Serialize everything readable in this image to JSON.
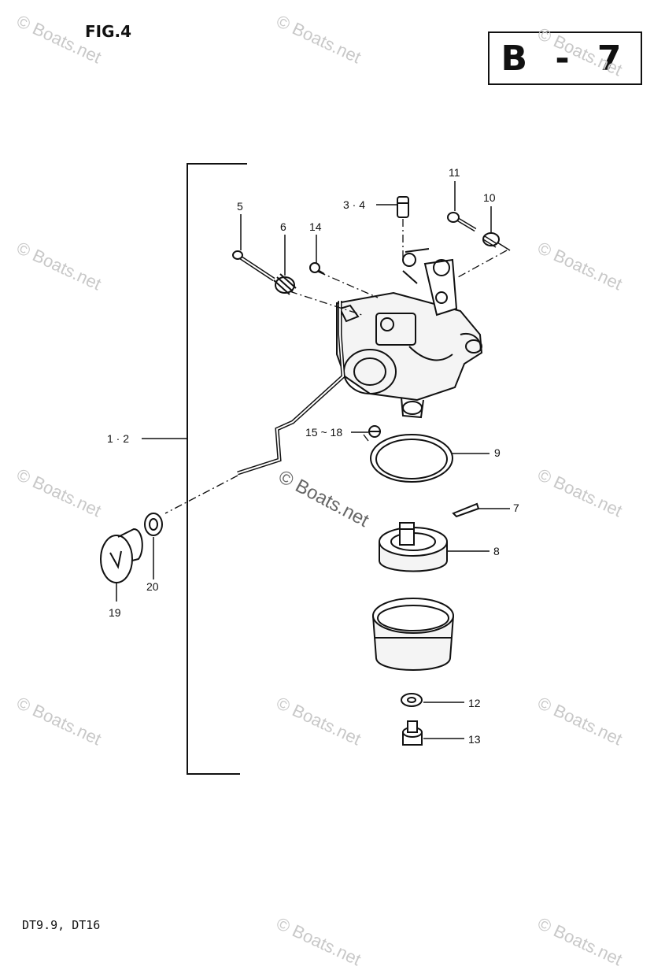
{
  "header": {
    "figure_label": "FIG.4",
    "page_code": "B - 7"
  },
  "footer": {
    "model_text": "DT9.9, DT16"
  },
  "watermark": {
    "text": "© Boats.net"
  },
  "callouts": [
    {
      "id": "c1-2",
      "label": "1 · 2"
    },
    {
      "id": "c3-4",
      "label": "3 · 4"
    },
    {
      "id": "c5",
      "label": "5"
    },
    {
      "id": "c6",
      "label": "6"
    },
    {
      "id": "c7",
      "label": "7"
    },
    {
      "id": "c8",
      "label": "8"
    },
    {
      "id": "c9",
      "label": "9"
    },
    {
      "id": "c10",
      "label": "10"
    },
    {
      "id": "c11",
      "label": "11"
    },
    {
      "id": "c12",
      "label": "12"
    },
    {
      "id": "c13",
      "label": "13"
    },
    {
      "id": "c14",
      "label": "14"
    },
    {
      "id": "c15-18",
      "label": "15 ~ 18"
    },
    {
      "id": "c19",
      "label": "19"
    },
    {
      "id": "c20",
      "label": "20"
    }
  ]
}
